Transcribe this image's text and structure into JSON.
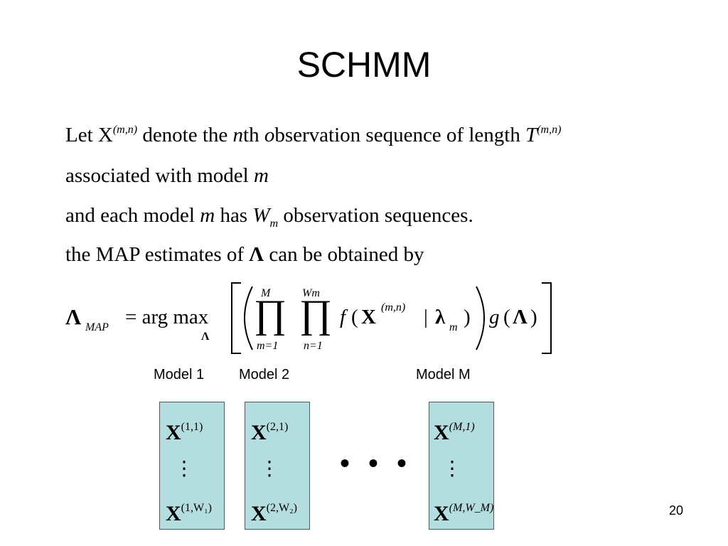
{
  "title": "SCHMM",
  "page_number": "20",
  "lines": {
    "l1": {
      "t1": "Let X",
      "sup1": "(m,n)",
      "t2": " denote the ",
      "it_n": "n",
      "t3": "th ",
      "it_o": "o",
      "t4": "bservation sequence of length ",
      "it_T": "T",
      "sup2": "(m,n)"
    },
    "l2": {
      "t1": "associated with model ",
      "it_m": "m"
    },
    "l3": {
      "t1": "and each model ",
      "it_m": "m",
      "t2": " has ",
      "it_W": "W",
      "sub_m": "m",
      "t3": " observation sequences."
    },
    "l4": {
      "t1": "the MAP estimates of ",
      "b_lambda": "Λ",
      "t2": " can be obtained by"
    }
  },
  "formula": {
    "lhs": "Λ",
    "lhs_sub": "MAP",
    "eq": "= arg max",
    "argmax_sub": "Λ",
    "prod1_top": "M",
    "prod1_bottom": "m=1",
    "prod2_top": "Wm",
    "prod2_bottom": "n=1",
    "prod_symbol": "∏",
    "f": "f",
    "paren_open": "(",
    "X": "X",
    "X_sup": "(m,n)",
    "bar": "|",
    "lambda": "λ",
    "lambda_sub": "m",
    "paren_close": ")",
    "g": "g",
    "g_arg": "Λ"
  },
  "models": [
    {
      "label": "Model 1",
      "top_X": "X",
      "top_sup": "(1,1)",
      "vdots": "⋮",
      "bot_X": "X",
      "bot_sup": "(1,W₁)"
    },
    {
      "label": "Model 2",
      "top_X": "X",
      "top_sup": "(2,1)",
      "vdots": "⋮",
      "bot_X": "X",
      "bot_sup": "(2,W₂)"
    },
    {
      "label": "Model M",
      "top_X": "X",
      "top_sup": "(M,1)",
      "vdots": "⋮",
      "bot_X": "X",
      "bot_sup": "(M,W_M)"
    }
  ],
  "ellipsis": "• • •",
  "colors": {
    "box_fill": "#b4dde0",
    "box_border": "#555555"
  }
}
